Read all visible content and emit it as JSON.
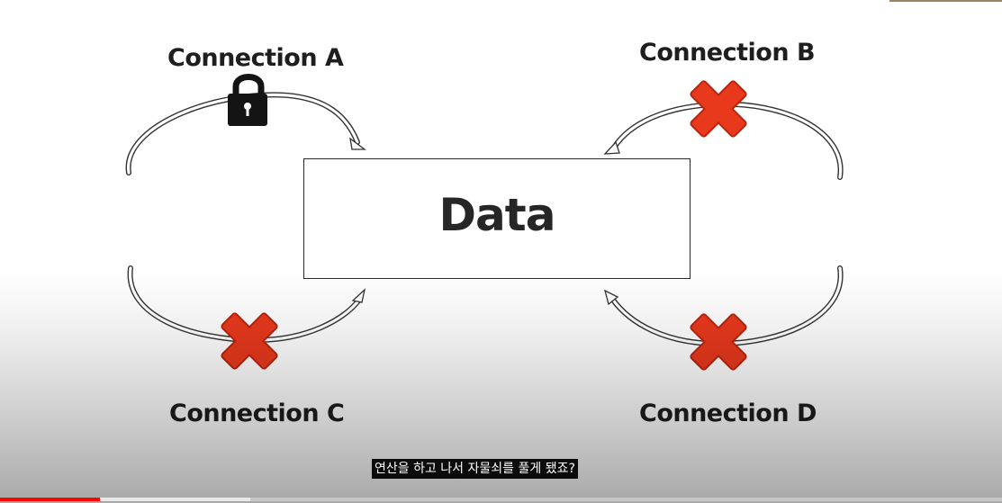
{
  "slide": {
    "center_label": "Data",
    "connections": [
      {
        "label": "Connection A",
        "state": "locked",
        "icon": "lock-icon"
      },
      {
        "label": "Connection B",
        "state": "blocked",
        "icon": "x-mark-icon"
      },
      {
        "label": "Connection C",
        "state": "blocked",
        "icon": "x-mark-icon"
      },
      {
        "label": "Connection D",
        "state": "blocked",
        "icon": "x-mark-icon"
      }
    ]
  },
  "player": {
    "subtitle": "연산을 하고 나서 자물쇠를 풀게 됐죠?",
    "played_fraction": 0.1,
    "buffered_fraction": 0.25
  },
  "colors": {
    "x_mark": "#e8391d",
    "x_mark_outline": "#b8240e",
    "lock": "#141414",
    "text": "#1e1e1e",
    "progress_played": "#ff0000"
  }
}
